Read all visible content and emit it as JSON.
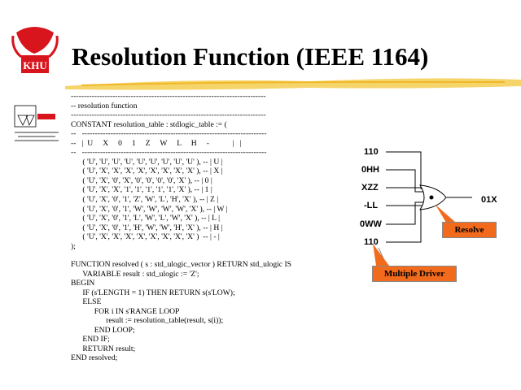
{
  "slide": {
    "title": "Resolution Function (IEEE 1164)",
    "logo_text": "KHU"
  },
  "code_top": [
    "---------------------------------------------------------------------------",
    "-- resolution function",
    "---------------------------------------------------------------------------",
    "CONSTANT resolution_table : stdlogic_table := (",
    "--   -----------------------------------------------------------------------",
    "--   |  U     X     0     1     Z     W     L     H     -            |   |",
    "--   -----------------------------------------------------------------------",
    "      ( 'U', 'U', 'U', 'U', 'U', 'U', 'U', 'U', 'U' ), -- | U |",
    "      ( 'U', 'X', 'X', 'X', 'X', 'X', 'X', 'X', 'X' ), -- | X |",
    "      ( 'U', 'X', '0', 'X', '0', '0', '0', '0', 'X' ), -- | 0 |",
    "      ( 'U', 'X', 'X', '1', '1', '1', '1', '1', 'X' ), -- | 1 |",
    "      ( 'U', 'X', '0', '1', 'Z', 'W', 'L', 'H', 'X' ), -- | Z |",
    "      ( 'U', 'X', '0', '1', 'W', 'W', 'W', 'W', 'X' ), -- | W |",
    "      ( 'U', 'X', '0', '1', 'L', 'W', 'L', 'W', 'X' ), -- | L |",
    "      ( 'U', 'X', '0', '1', 'H', 'W', 'W', 'H', 'X' ), -- | H |",
    "      ( 'U', 'X', 'X', 'X', 'X', 'X', 'X', 'X', 'X' )  -- | - |",
    ");"
  ],
  "code_bottom": [
    "FUNCTION resolved ( s : std_ulogic_vector ) RETURN std_ulogic IS",
    "      VARIABLE result : std_ulogic := 'Z';",
    "BEGIN",
    "      IF (s'LENGTH = 1) THEN RETURN s(s'LOW);",
    "      ELSE",
    "            FOR i IN s'RANGE LOOP",
    "                  result := resolution_table(result, s(i));",
    "            END LOOP;",
    "      END IF;",
    "      RETURN result;",
    "END resolved;"
  ],
  "diagram": {
    "inputs": [
      "110",
      "0HH",
      "XZZ",
      "-LL",
      "0WW",
      "110"
    ],
    "output": "01X",
    "resolve_label": "Resolve",
    "multiple_driver_label": "Multiple Driver",
    "callout_color": "#f26a1b"
  }
}
